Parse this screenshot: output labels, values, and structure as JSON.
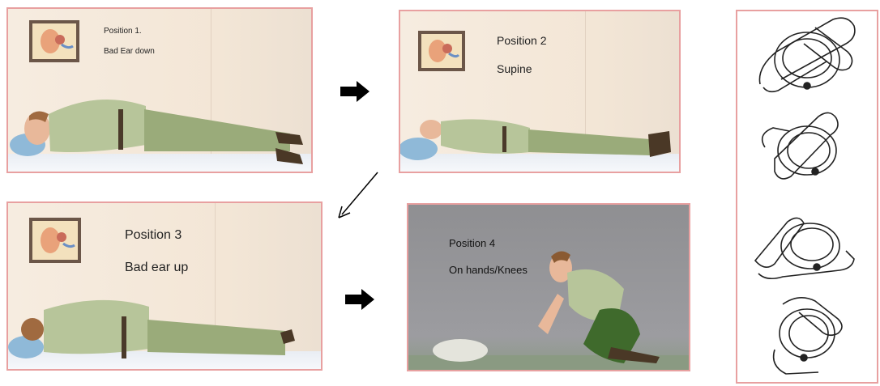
{
  "panels": [
    {
      "caption_line1": "Position 1.",
      "caption_line2": "Bad Ear down"
    },
    {
      "caption_line1": "Position 2",
      "caption_line2": "Supine"
    },
    {
      "caption_line1": "Position 3",
      "caption_line2": "Bad ear up"
    },
    {
      "caption_line1": "Position 4",
      "caption_line2": "On hands/Knees"
    }
  ],
  "colors": {
    "panel_border": "#e8a0a0",
    "shirt": "#b7c59a",
    "pants": "#9aab7a",
    "pillow": "#8fb9d8",
    "arrow": "#000000"
  },
  "icons": [
    "ear-anatomy-poster-icon",
    "right-arrow-icon",
    "diagonal-arrow-icon",
    "semicircular-canal-diagram-icon"
  ]
}
